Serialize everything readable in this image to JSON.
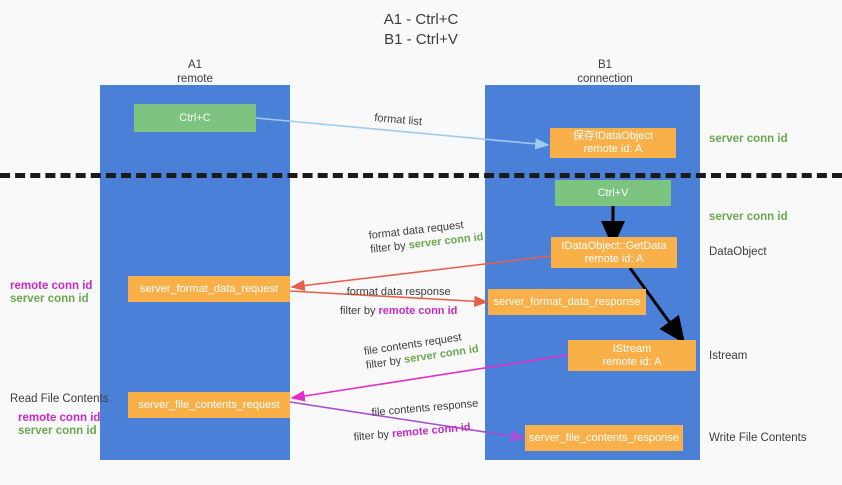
{
  "title": {
    "line1": "A1 - Ctrl+C",
    "line2": "B1 - Ctrl+V"
  },
  "columns": [
    {
      "name": "A1",
      "sub": "remote"
    },
    {
      "name": "B1",
      "sub": "connection"
    }
  ],
  "nodes": {
    "ctrl_c": {
      "label": "Ctrl+C"
    },
    "ctrl_v": {
      "label": "Ctrl+V"
    },
    "save_idataobject": {
      "line1": "保存IDataObject",
      "line2": "remote id: A"
    },
    "getdata": {
      "line1": "IDataObject::GetData",
      "line2": "remote id: A"
    },
    "istream": {
      "line1": "IStream",
      "line2": "remote id: A"
    },
    "server_format_data_request": {
      "label": "server_format_data_request"
    },
    "server_format_data_response": {
      "label": "server_format_data_response"
    },
    "server_file_contents_request": {
      "label": "server_file_contents_request"
    },
    "server_file_contents_response": {
      "label": "server_file_contents_response"
    }
  },
  "right_labels": {
    "server_conn_id_top": "server conn id",
    "server_conn_id_mid": "server conn id",
    "dataobject": "DataObject",
    "istream": "Istream",
    "write_file_contents": "Write File Contents"
  },
  "left_labels": {
    "remote_conn_id_1": "remote conn id",
    "server_conn_id_1": "server conn id",
    "read_file_contents": "Read File Contents",
    "remote_conn_id_2": "remote conn id",
    "server_conn_id_2": "server conn id"
  },
  "edge_labels": {
    "format_list": "format list",
    "format_data_request": "format data request",
    "format_data_request_filter_prefix": "filter by ",
    "format_data_request_filter_value": "server conn id",
    "format_data_response": "format data response",
    "format_data_response_filter_prefix": "filter by ",
    "format_data_response_filter_value": "remote conn id",
    "file_contents_request": "file contents request",
    "file_contents_request_filter_prefix": "filter by ",
    "file_contents_request_filter_value": "server conn id",
    "file_contents_response": "file contents response",
    "file_contents_response_filter_prefix": "filter by ",
    "file_contents_response_filter_value": "remote conn id"
  },
  "colors": {
    "column_blue": "#4a80d8",
    "node_green": "#7cc47f",
    "node_orange": "#f9b049",
    "accent_green_text": "#6aa84f",
    "accent_purple_text": "#c729c7",
    "arrow_lightblue": "#9ecbf0",
    "arrow_red": "#e8604c",
    "arrow_magenta": "#e32ec8",
    "arrow_purple": "#a64fd0",
    "arrow_black": "#000000",
    "divider": "#1a1a1a",
    "background": "#f9f9f9"
  }
}
